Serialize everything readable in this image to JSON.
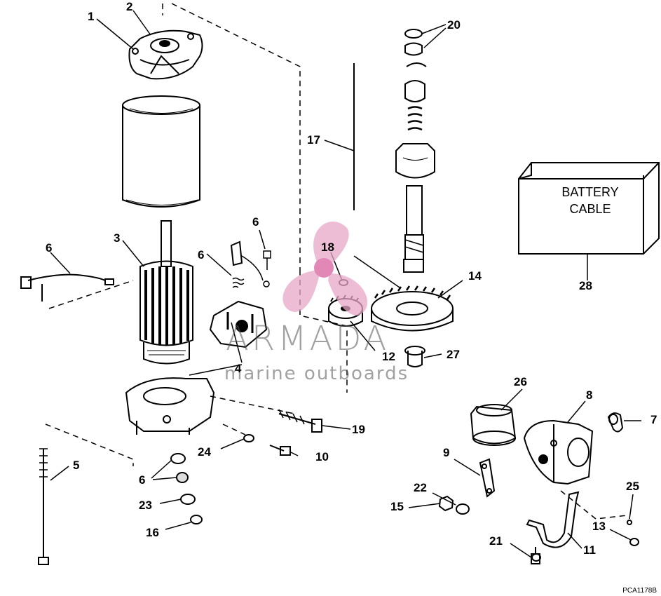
{
  "labels": {
    "l1": "1",
    "l2": "2",
    "l3": "3",
    "l4": "4",
    "l5": "5",
    "l6a": "6",
    "l6b": "6",
    "l6c": "6",
    "l6d": "6",
    "l7": "7",
    "l8": "8",
    "l9": "9",
    "l10": "10",
    "l11": "11",
    "l12": "12",
    "l13": "13",
    "l14": "14",
    "l15": "15",
    "l16": "16",
    "l17": "17",
    "l18": "18",
    "l19": "19",
    "l20": "20",
    "l21": "21",
    "l22": "22",
    "l23": "23",
    "l24": "24",
    "l25": "25",
    "l26": "26",
    "l27": "27",
    "l28": "28"
  },
  "battery": {
    "line1": "BATTERY",
    "line2": "CABLE"
  },
  "watermark": {
    "name": "ARMADA",
    "tagline": "marine outboards"
  },
  "figure_code": "PCA1178B"
}
